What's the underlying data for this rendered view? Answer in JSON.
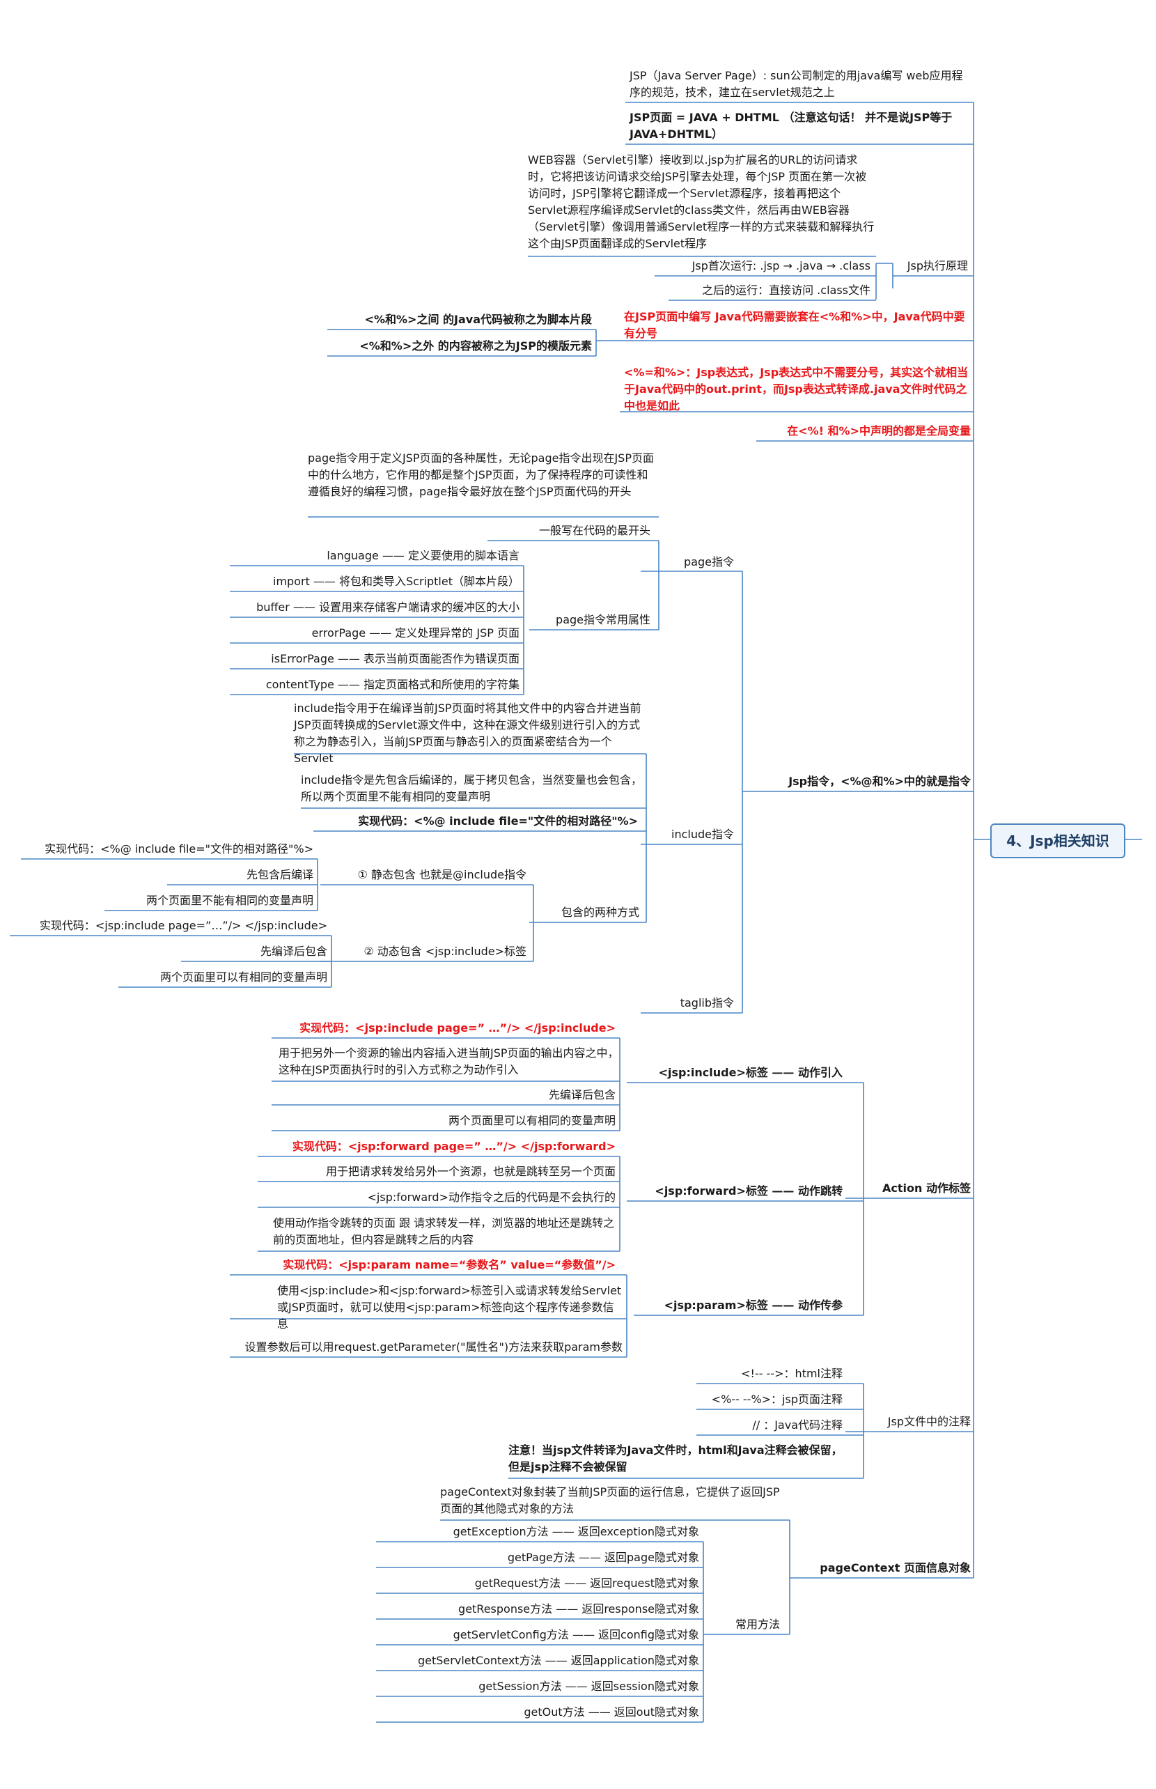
{
  "root": "4、Jsp相关知识",
  "colors": {
    "line": "#4a86c5",
    "red": "#e8171a",
    "root_border": "#4f86c0"
  },
  "nodes": {
    "n01": "JSP（Java Server Page）: sun公司制定的用java编写 web应用程序的规范，技术，建立在servlet规范之上",
    "n02": "JSP页面 = JAVA + DHTML （注意这句话！ 并不是说JSP等于JAVA+DHTML）",
    "n03": "Jsp执行原理",
    "n04": "WEB容器（Servlet引擎）接收到以.jsp为扩展名的URL的访问请求时，它将把该访问请求交给JSP引擎去处理，每个JSP 页面在第一次被访问时，JSP引擎将它翻译成一个Servlet源程序，接着再把这个Servlet源程序编译成Servlet的class类文件，然后再由WEB容器（Servlet引擎）像调用普通Servlet程序一样的方式来装载和解释执行这个由JSP页面翻译成的Servlet程序",
    "n05": "Jsp首次运行: .jsp → .java → .class",
    "n06": "之后的运行：直接访问 .class文件",
    "n07": "在JSP页面中编写 Java代码需要嵌套在<%和%>中，Java代码中要有分号",
    "n08": "<%和%>之间 的Java代码被称之为脚本片段",
    "n09": "<%和%>之外 的内容被称之为JSP的模版元素",
    "n10": "<%=和%>：Jsp表达式，Jsp表达式中不需要分号，其实这个就相当于Java代码中的out.print，而Jsp表达式转译成.java文件时代码之中也是如此",
    "n11": "在<%! 和%>中声明的都是全局变量",
    "n12": "Jsp指令，<%@和%>中的就是指令",
    "n13": "page指令",
    "n14": "page指令用于定义JSP页面的各种属性，无论page指令出现在JSP页面中的什么地方，它作用的都是整个JSP页面，为了保持程序的可读性和遵循良好的编程习惯，page指令最好放在整个JSP页面代码的开头",
    "n15": "一般写在代码的最开头",
    "n16": "page指令常用属性",
    "n17": "language —— 定义要使用的脚本语言",
    "n18": "import —— 将包和类导入Scriptlet（脚本片段）",
    "n19": "buffer —— 设置用来存储客户端请求的缓冲区的大小",
    "n20": "errorPage —— 定义处理异常的 JSP 页面",
    "n21": "isErrorPage —— 表示当前页面能否作为错误页面",
    "n22": "contentType —— 指定页面格式和所使用的字符集",
    "n23": "include指令",
    "n24": "include指令用于在编译当前JSP页面时将其他文件中的内容合并进当前JSP页面转换成的Servlet源文件中，这种在源文件级别进行引入的方式称之为静态引入，当前JSP页面与静态引入的页面紧密结合为一个Servlet",
    "n25": "include指令是先包含后编译的，属于拷贝包含，当然变量也会包含，所以两个页面里不能有相同的变量声明",
    "n26": "实现代码：<%@ include file=\"文件的相对路径\"%>",
    "n27": "包含的两种方式",
    "n28": "① 静态包含 也就是@include指令",
    "n29": "实现代码：<%@ include file=\"文件的相对路径\"%>",
    "n30": "先包含后编译",
    "n31": "两个页面里不能有相同的变量声明",
    "n32": "② 动态包含 <jsp:include>标签",
    "n33": "实现代码：<jsp:include page=”…”/> </jsp:include>",
    "n34": "先编译后包含",
    "n35": "两个页面里可以有相同的变量声明",
    "n36": "taglib指令",
    "n37": "Action 动作标签",
    "n38": "<jsp:include>标签 —— 动作引入",
    "n39": "实现代码：<jsp:include page=” …”/> </jsp:include>",
    "n40": "用于把另外一个资源的输出内容插入进当前JSP页面的输出内容之中，这种在JSP页面执行时的引入方式称之为动作引入",
    "n41": "先编译后包含",
    "n42": "两个页面里可以有相同的变量声明",
    "n43": "<jsp:forward>标签 —— 动作跳转",
    "n44": "实现代码：<jsp:forward page=” …”/> </jsp:forward>",
    "n45": "用于把请求转发给另外一个资源，也就是跳转至另一个页面",
    "n46": "<jsp:forward>动作指令之后的代码是不会执行的",
    "n47": "使用动作指令跳转的页面 跟 请求转发一样，浏览器的地址还是跳转之前的页面地址，但内容是跳转之后的内容",
    "n48": "<jsp:param>标签 —— 动作传参",
    "n49": "实现代码：<jsp:param name=“参数名” value=“参数值”/>",
    "n50": "使用<jsp:include>和<jsp:forward>标签引入或请求转发给Servlet或JSP页面时，就可以使用<jsp:param>标签向这个程序传递参数信息",
    "n51": "设置参数后可以用request.getParameter(\"属性名\")方法来获取param参数",
    "n52": "Jsp文件中的注释",
    "n53": "<!-- -->：html注释",
    "n54": "<%-- --%>：jsp页面注释",
    "n55": "// ：Java代码注释",
    "n56": "注意！当jsp文件转译为Java文件时，html和Java注释会被保留，但是jsp注释不会被保留",
    "n57": "pageContext 页面信息对象",
    "n58": "pageContext对象封装了当前JSP页面的运行信息，它提供了返回JSP页面的其他隐式对象的方法",
    "n59": "常用方法",
    "n60": "getException方法 —— 返回exception隐式对象",
    "n61": "getPage方法 —— 返回page隐式对象",
    "n62": "getRequest方法 —— 返回request隐式对象",
    "n63": "getResponse方法 —— 返回response隐式对象",
    "n64": "getServletConfig方法 —— 返回config隐式对象",
    "n65": "getServletContext方法 —— 返回application隐式对象",
    "n66": "getSession方法 —— 返回session隐式对象",
    "n67": "getOut方法 —— 返回out隐式对象"
  }
}
